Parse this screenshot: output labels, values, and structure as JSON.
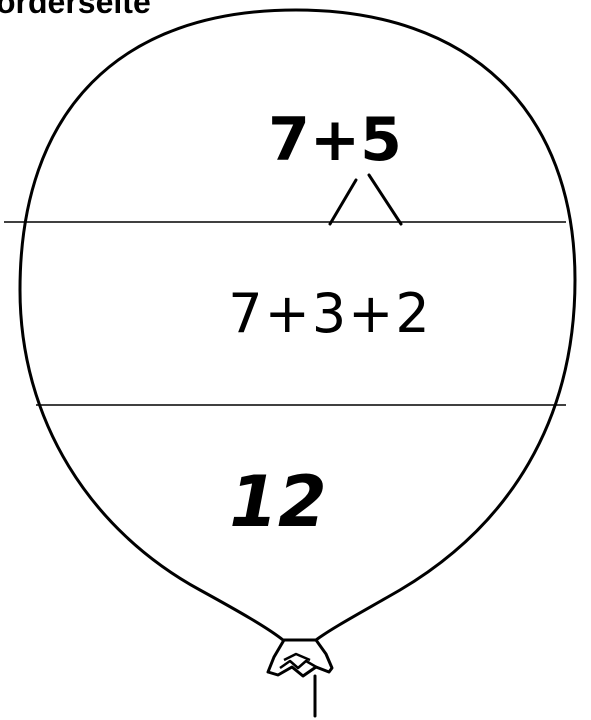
{
  "heading": "orderseite",
  "balloon": {
    "task": "7+5",
    "decomposition": "7+3+2",
    "result": "12"
  }
}
